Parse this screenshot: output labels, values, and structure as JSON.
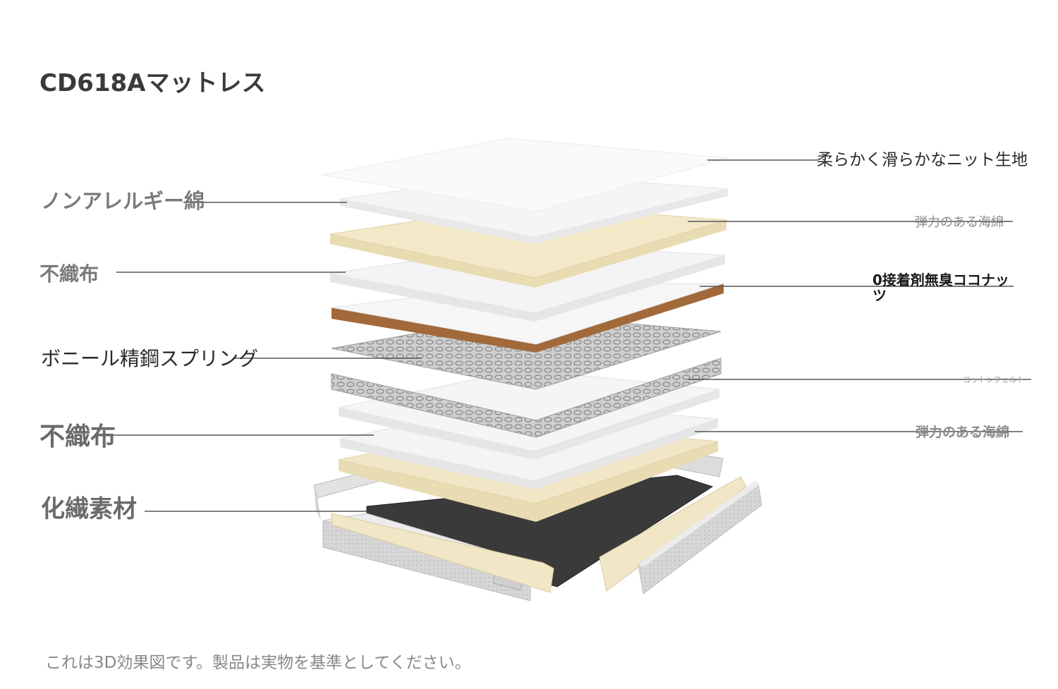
{
  "title": "CD618Aマットレス",
  "labels": {
    "left": {
      "nonallergy_cotton": "ノンアレルギー綿",
      "nonwoven_1": "不織布",
      "bonnell_spring": "ボニール精鋼スプリング",
      "nonwoven_2": "不織布",
      "synthetic_fiber": "化繊素材"
    },
    "right": {
      "knit_fabric": "柔らかく滑らかなニット生地",
      "elastic_sponge_1": "弾力のある海綿",
      "coconut": "0接着剤無臭ココナッツ",
      "cotton_felt": "コットンフェルト",
      "elastic_sponge_2": "弾力のある海綿"
    }
  },
  "footnote": "これは3D効果図です。製品は実物を基準としてください。",
  "colors": {
    "white_layer": "#f3f3f3",
    "foam_layer": "#f1e6c6",
    "coconut_edge": "#a2693a",
    "spring": "#9a9a9a",
    "base_fabric": "#3a3a3a",
    "frame": "#d2d2d2",
    "leader_line": "#555555"
  }
}
